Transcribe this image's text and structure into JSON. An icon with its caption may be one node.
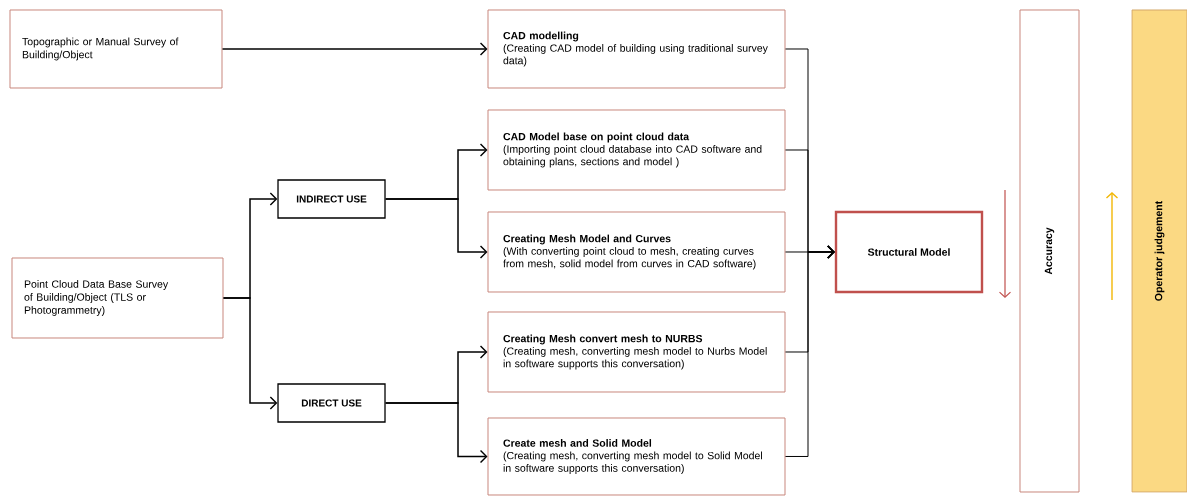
{
  "diagram": {
    "nodes": [
      {
        "text": [
          "Topographic or Manual Survey of Building/Object"
        ]
      },
      {
        "text": [
          "Point Cloud Data Base Survey of Building/Object (TLS or Photogrammetry)"
        ]
      },
      {
        "text": [
          "INDIRECT USE"
        ]
      },
      {
        "text": [
          "DIRECT USE"
        ]
      },
      {
        "text": [
          "CAD modelling",
          "(Creating CAD model of building using traditional survey data)"
        ]
      },
      {
        "text": [
          "CAD Model base on point cloud data",
          "(Importing point cloud database into CAD software and obtaining plans, sections and model )"
        ]
      },
      {
        "text": [
          "Creating Mesh Model and Curves",
          "(With converting point cloud to mesh, creating curves from mesh, solid model from curves in CAD software)"
        ]
      },
      {
        "text": [
          "Creating Mesh convert mesh to NURBS",
          "(Creating mesh, converting mesh model to Nurbs Model in software supports this conversation)"
        ]
      },
      {
        "text": [
          "Create mesh and Solid Model",
          "(Creating mesh, converting mesh model to Solid Model in software supports this conversation)"
        ]
      },
      {
        "text": [
          "Structural Model"
        ]
      },
      {
        "text": [
          "Accuracy"
        ]
      },
      {
        "text": [
          "Operator judgement"
        ]
      }
    ],
    "edges": [
      {
        "from": 0,
        "to": 4,
        "arrow": "to"
      },
      {
        "from": 1,
        "to": 2,
        "arrow": "to"
      },
      {
        "from": 1,
        "to": 3,
        "arrow": "to"
      },
      {
        "from": 2,
        "to": 5,
        "arrow": "to"
      },
      {
        "from": 2,
        "to": 6,
        "arrow": "to"
      },
      {
        "from": 3,
        "to": 7,
        "arrow": "to"
      },
      {
        "from": 3,
        "to": 8,
        "arrow": "to"
      },
      {
        "from": 4,
        "to": 9,
        "arrow": "to"
      },
      {
        "from": 5,
        "to": 9,
        "arrow": "to"
      },
      {
        "from": 6,
        "to": 9,
        "arrow": "to"
      },
      {
        "from": 7,
        "to": 9,
        "arrow": "to"
      },
      {
        "from": 8,
        "to": 9,
        "arrow": "to"
      }
    ]
  }
}
